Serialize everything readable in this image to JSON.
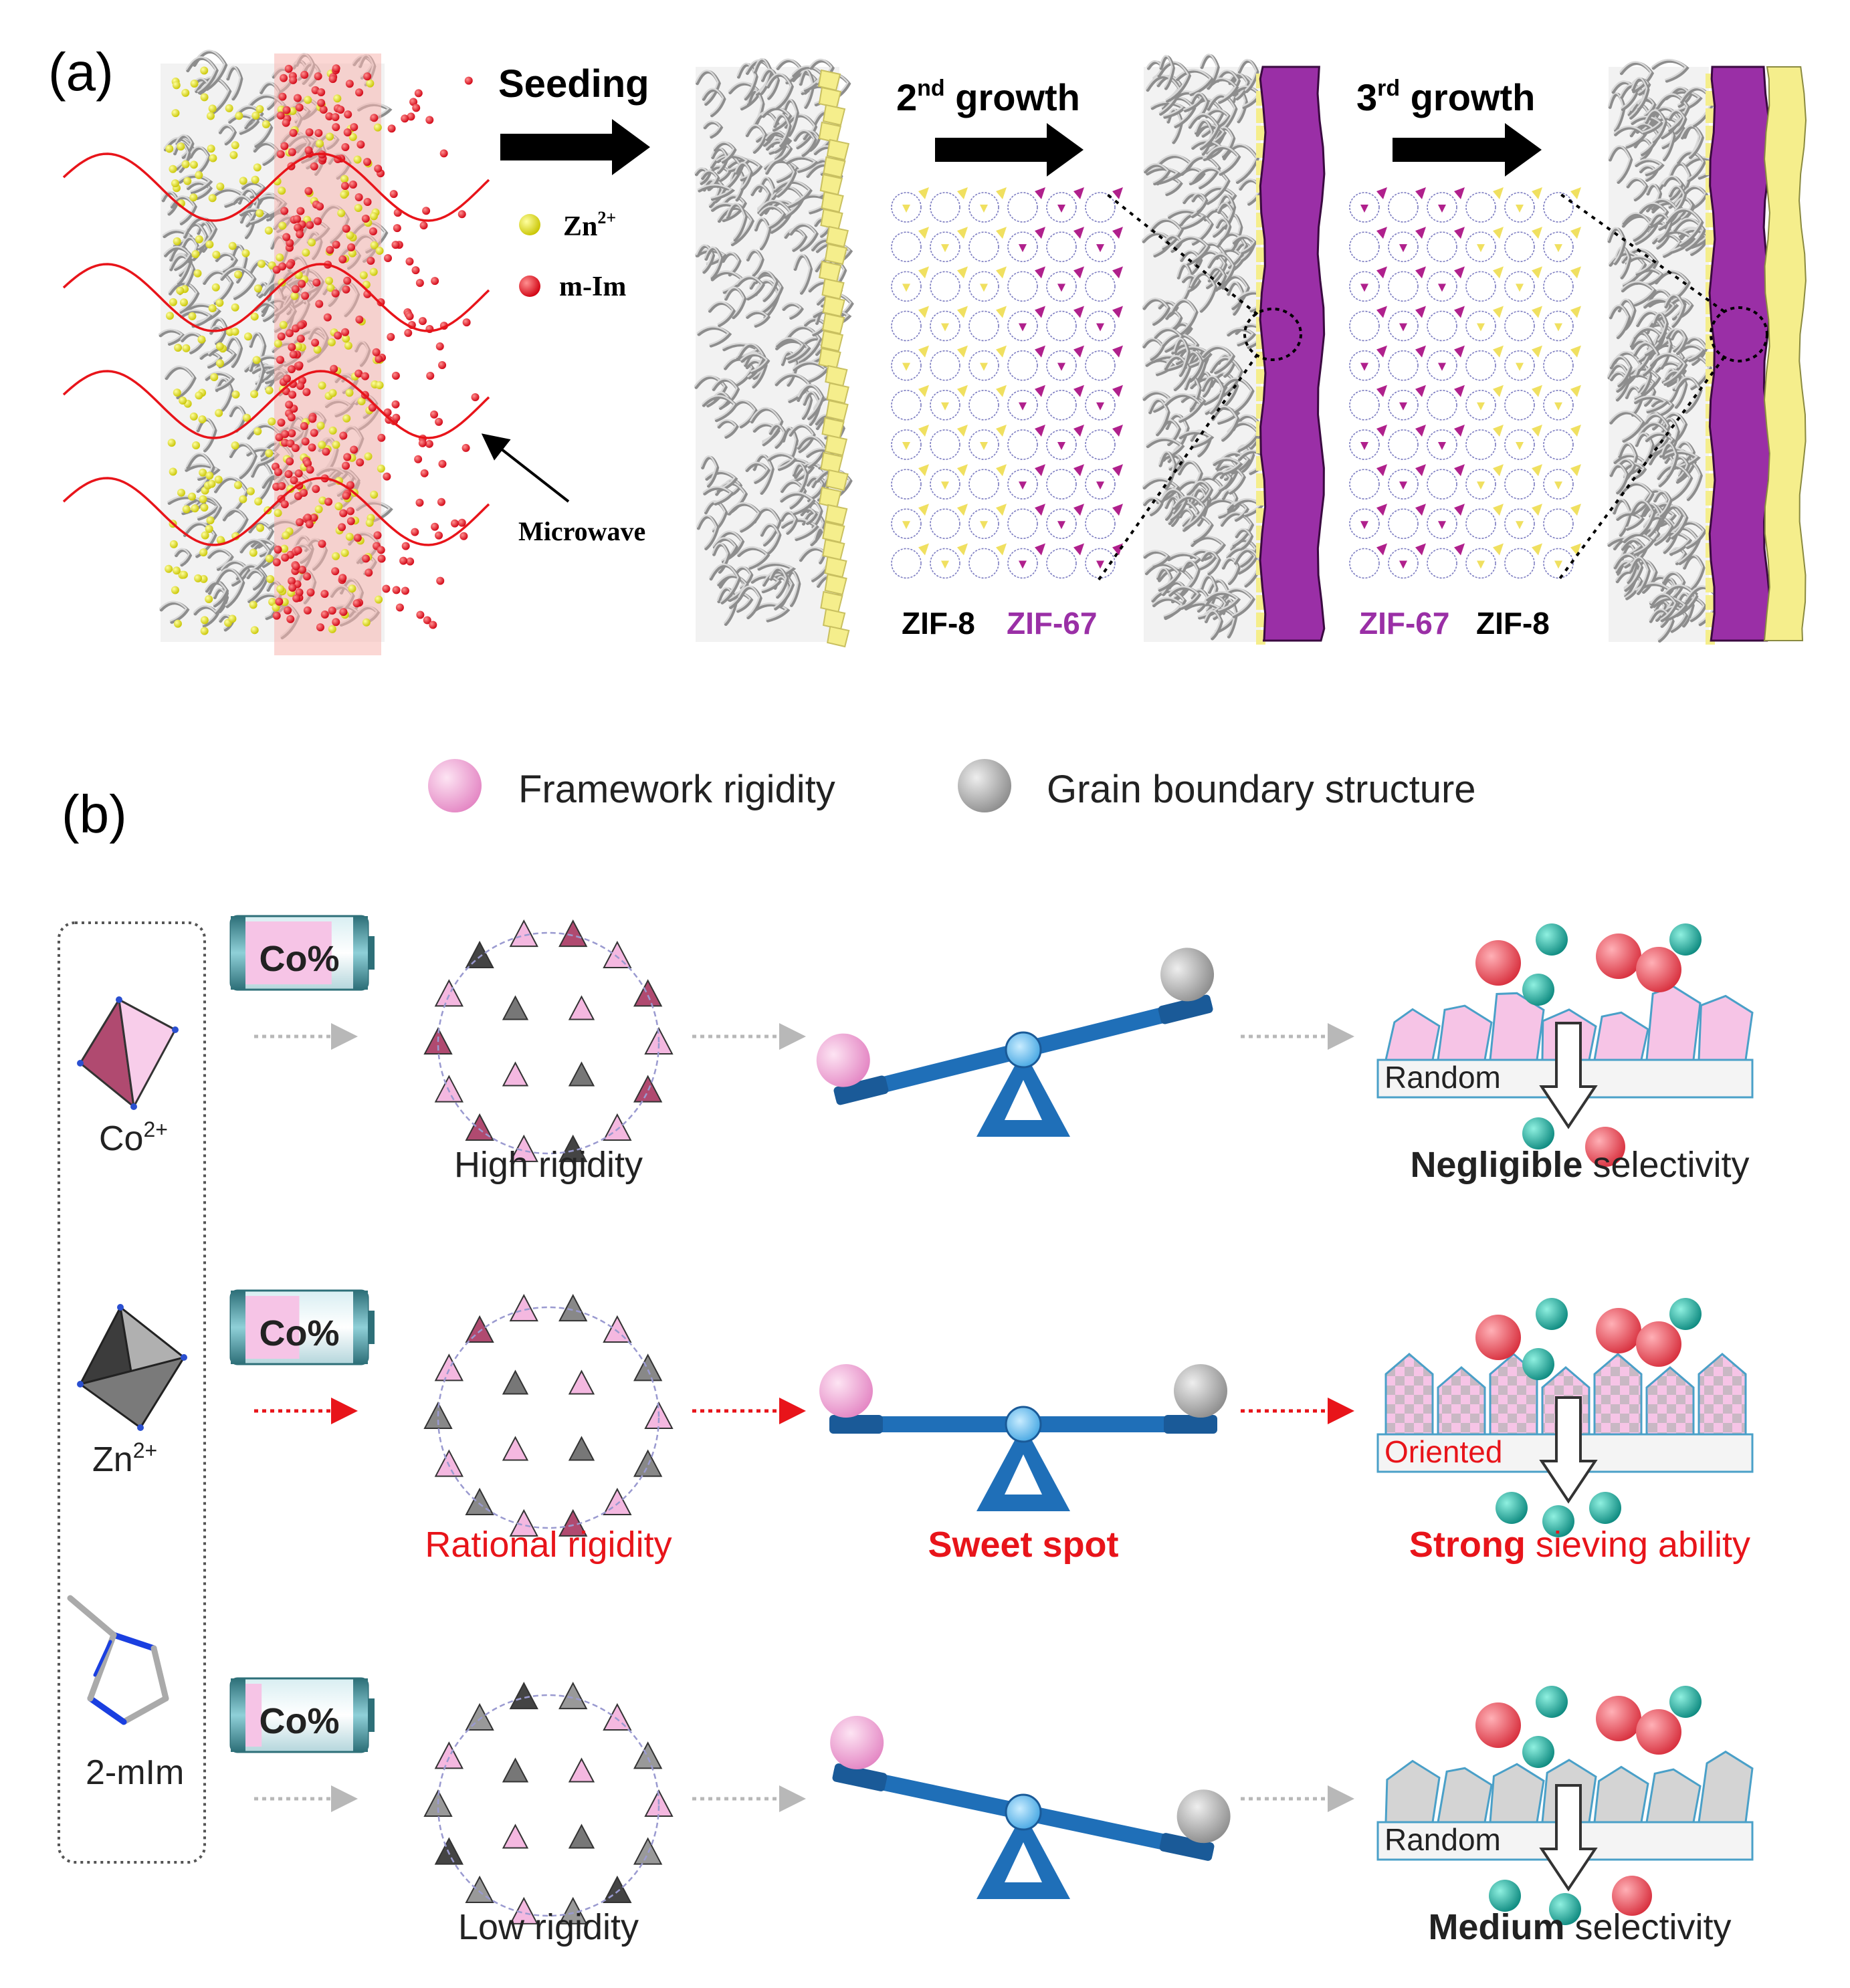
{
  "panel_a": {
    "label": "(a)",
    "seeding": "Seeding",
    "growth2_num": "2",
    "growth2_sup": "nd",
    "growth2_word": " growth",
    "growth3_num": "3",
    "growth3_sup": "rd",
    "growth3_word": " growth",
    "zn_label": "Zn",
    "zn_sup": "2+",
    "mim_label": "m-Im",
    "microwave": "Microwave",
    "zif8_left": "ZIF-8",
    "zif67_left": "ZIF-67",
    "zif67_right": "ZIF-67",
    "zif8_right": "ZIF-8"
  },
  "panel_b": {
    "label": "(b)",
    "legend_framework": "Framework rigidity",
    "legend_grain": "Grain boundary structure",
    "co_label": "Co",
    "co_sup": "2+",
    "zn_label": "Zn",
    "zn_sup": "2+",
    "mim_label": "2-mIm",
    "battery_label": "Co%",
    "row1": {
      "rigidity": "High rigidity",
      "substrate": "Random",
      "result_bold": "Negligible",
      "result_rest": " selectivity"
    },
    "row2": {
      "rigidity": "Rational rigidity",
      "spot": "Sweet spot",
      "substrate": "Oriented",
      "result_bold": "Strong",
      "result_rest": " sieving ability"
    },
    "row3": {
      "rigidity": "Low rigidity",
      "substrate": "Random",
      "result_bold": "Medium",
      "result_rest": " selectivity"
    }
  },
  "colors": {
    "zif8_yellow": "#f5ee8c",
    "zif67_purple": "#9a2fa6",
    "zn_dot": "#e6e21a",
    "mim_dot": "#e8141a",
    "wave_red": "#e8141a",
    "pink_ball": "#f4a8d8",
    "grey_ball": "#b8b8b8",
    "seesaw_blue": "#1f6fb8",
    "red_molecule": "#e84050",
    "teal_molecule": "#1aa89a",
    "highlight_red": "#e8141a"
  }
}
